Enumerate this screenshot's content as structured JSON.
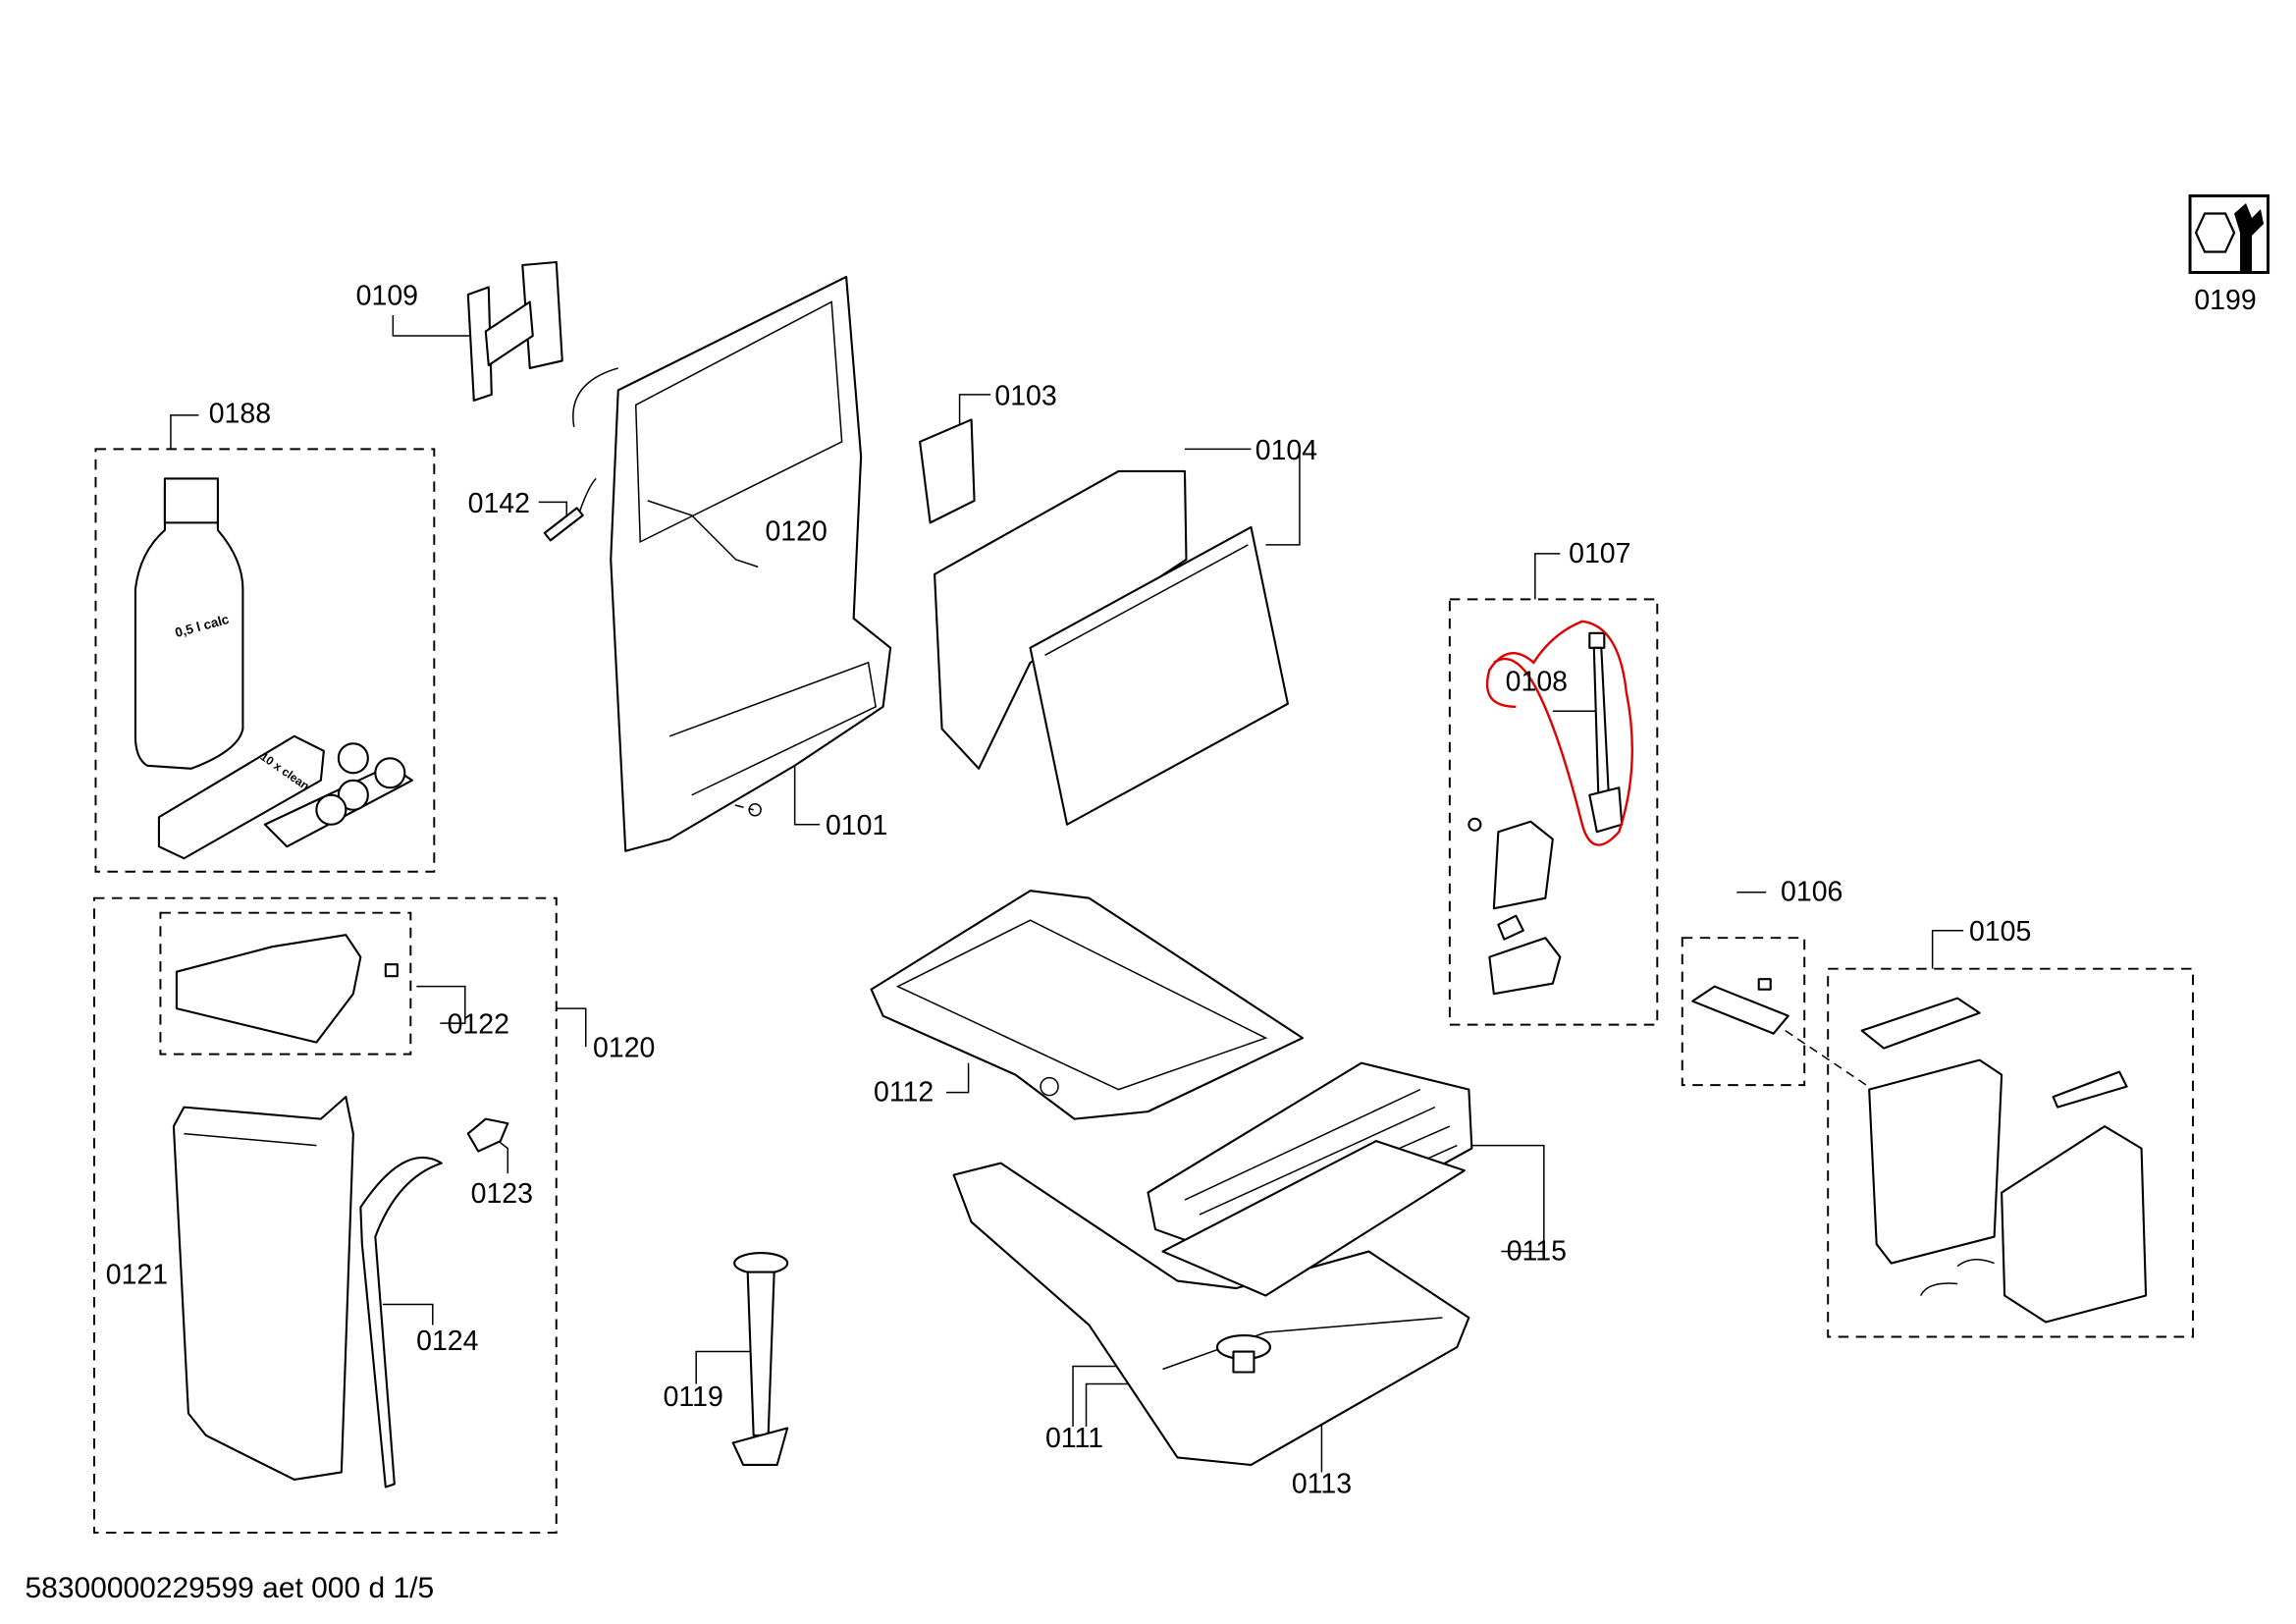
{
  "drawing": {
    "footer": "58300000229599 aet 000 d 1/5",
    "bottle_text": "0,5 l calc",
    "tablet_text": "10 x clean",
    "highlight_color": "#e00000",
    "labels": {
      "p0109": "0109",
      "p0188": "0188",
      "p0142": "0142",
      "p0120a": "0120",
      "p0103": "0103",
      "p0104": "0104",
      "p0101": "0101",
      "p0107": "0107",
      "p0108": "0108",
      "p0106": "0106",
      "p0105": "0105",
      "p0199": "0199",
      "p0122": "0122",
      "p0120b": "0120",
      "p0112": "0112",
      "p0115": "0115",
      "p0123": "0123",
      "p0121": "0121",
      "p0124": "0124",
      "p0119": "0119",
      "p0111": "0111",
      "p0113": "0113"
    }
  }
}
